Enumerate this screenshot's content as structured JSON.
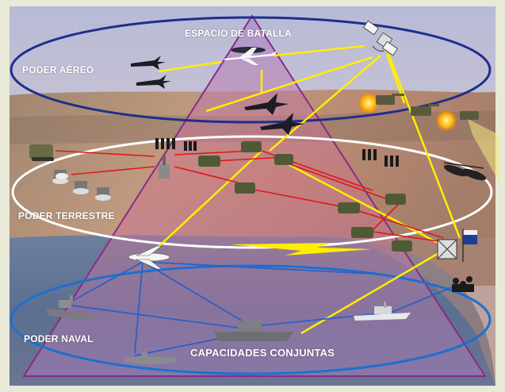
{
  "labels": {
    "espacio": "ESPACIO DE BATALLA",
    "aereo": "PODER AÉREO",
    "terrestre": "PODER TERRESTRE",
    "naval": "PODER NAVAL",
    "conjuntas": "CAPACIDADES CONJUNTAS"
  },
  "colors": {
    "frame": "#e9e9d8",
    "air_ring": "#1e2f8c",
    "land_ring": "#ffffff",
    "sea_ring": "#1e6fd0",
    "triangle": "#8a2a8a",
    "space_link": "#ffee00",
    "land_link": "#e01818",
    "sea_link": "#2a60c8"
  },
  "icons": [
    "fighter-jet-icon",
    "awacs-icon",
    "satellite-icon",
    "tank-icon",
    "infantry-icon",
    "humvee-icon",
    "radar-icon",
    "helicopter-icon",
    "transport-plane-icon",
    "warship-icon",
    "submarine-icon",
    "artillery-icon",
    "flag-icon"
  ]
}
